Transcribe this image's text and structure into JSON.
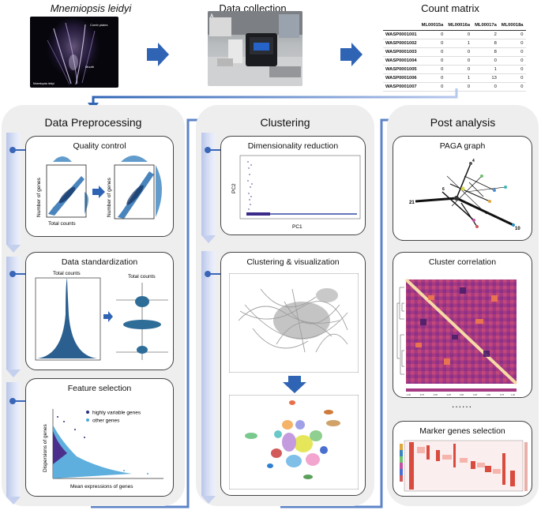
{
  "top": {
    "organism_title": "Mnemiopsis leidyi",
    "data_collection_title": "Data collection",
    "count_matrix_title": "Count matrix",
    "photo_labels": {
      "comb_plates": "Comb plates",
      "mouth": "Mouth",
      "apical": "Mnemiopsis leidyi",
      "corner": "A"
    },
    "count_matrix": {
      "columns": [
        "ML00015a",
        "ML00016a",
        "ML00017a",
        "ML00018a"
      ],
      "rows": [
        {
          "gene": "WASP0001001",
          "values": [
            "0",
            "0",
            "2",
            "0"
          ]
        },
        {
          "gene": "WASP0001002",
          "values": [
            "0",
            "1",
            "8",
            "0"
          ]
        },
        {
          "gene": "WASP0001003",
          "values": [
            "0",
            "0",
            "8",
            "0"
          ]
        },
        {
          "gene": "WASP0001004",
          "values": [
            "0",
            "0",
            "0",
            "0"
          ]
        },
        {
          "gene": "WASP0001005",
          "values": [
            "0",
            "0",
            "1",
            "0"
          ]
        },
        {
          "gene": "WASP0001006",
          "values": [
            "0",
            "1",
            "13",
            "0"
          ]
        },
        {
          "gene": "WASP0001007",
          "values": [
            "0",
            "0",
            "0",
            "0"
          ]
        }
      ]
    }
  },
  "preprocessing": {
    "title": "Data Preprocessing",
    "quality_control": {
      "title": "Quality control",
      "ylabel": "Number of genes",
      "xlabel": "Total counts"
    },
    "standardization": {
      "title": "Data standardization",
      "label_left": "Total counts",
      "label_right": "Total counts"
    },
    "feature_selection": {
      "title": "Feature selection",
      "ylabel": "Dispersions of genes",
      "xlabel": "Mean expressions of genes",
      "legend_hv": "highly variable genes",
      "legend_other": "other genes"
    }
  },
  "clustering": {
    "title": "Clustering",
    "dim_reduction": {
      "title": "Dimensionality reduction",
      "ylabel": "PC2",
      "xlabel": "PC1"
    },
    "clust_vis": {
      "title": "Clustering & visualization"
    }
  },
  "post": {
    "title": "Post analysis",
    "paga": {
      "title": "PAGA graph",
      "node_labels": [
        "21",
        "10",
        "4",
        "6"
      ]
    },
    "corr": {
      "title": "Cluster correlation",
      "colorbar_ticks": [
        "-1.00",
        "-0.75",
        "-0.50",
        "-0.25",
        "0.00",
        "0.25",
        "0.50",
        "0.75",
        "1.00"
      ]
    },
    "ellipsis": "......",
    "marker": {
      "title": "Marker genes selection"
    }
  },
  "colors": {
    "accent": "#3a66b8",
    "panel_bg": "#eeeeee",
    "sidebar": "#c5d0ef",
    "scatter_dark": "#2b2f7a",
    "scatter_light": "#4da6d9"
  }
}
